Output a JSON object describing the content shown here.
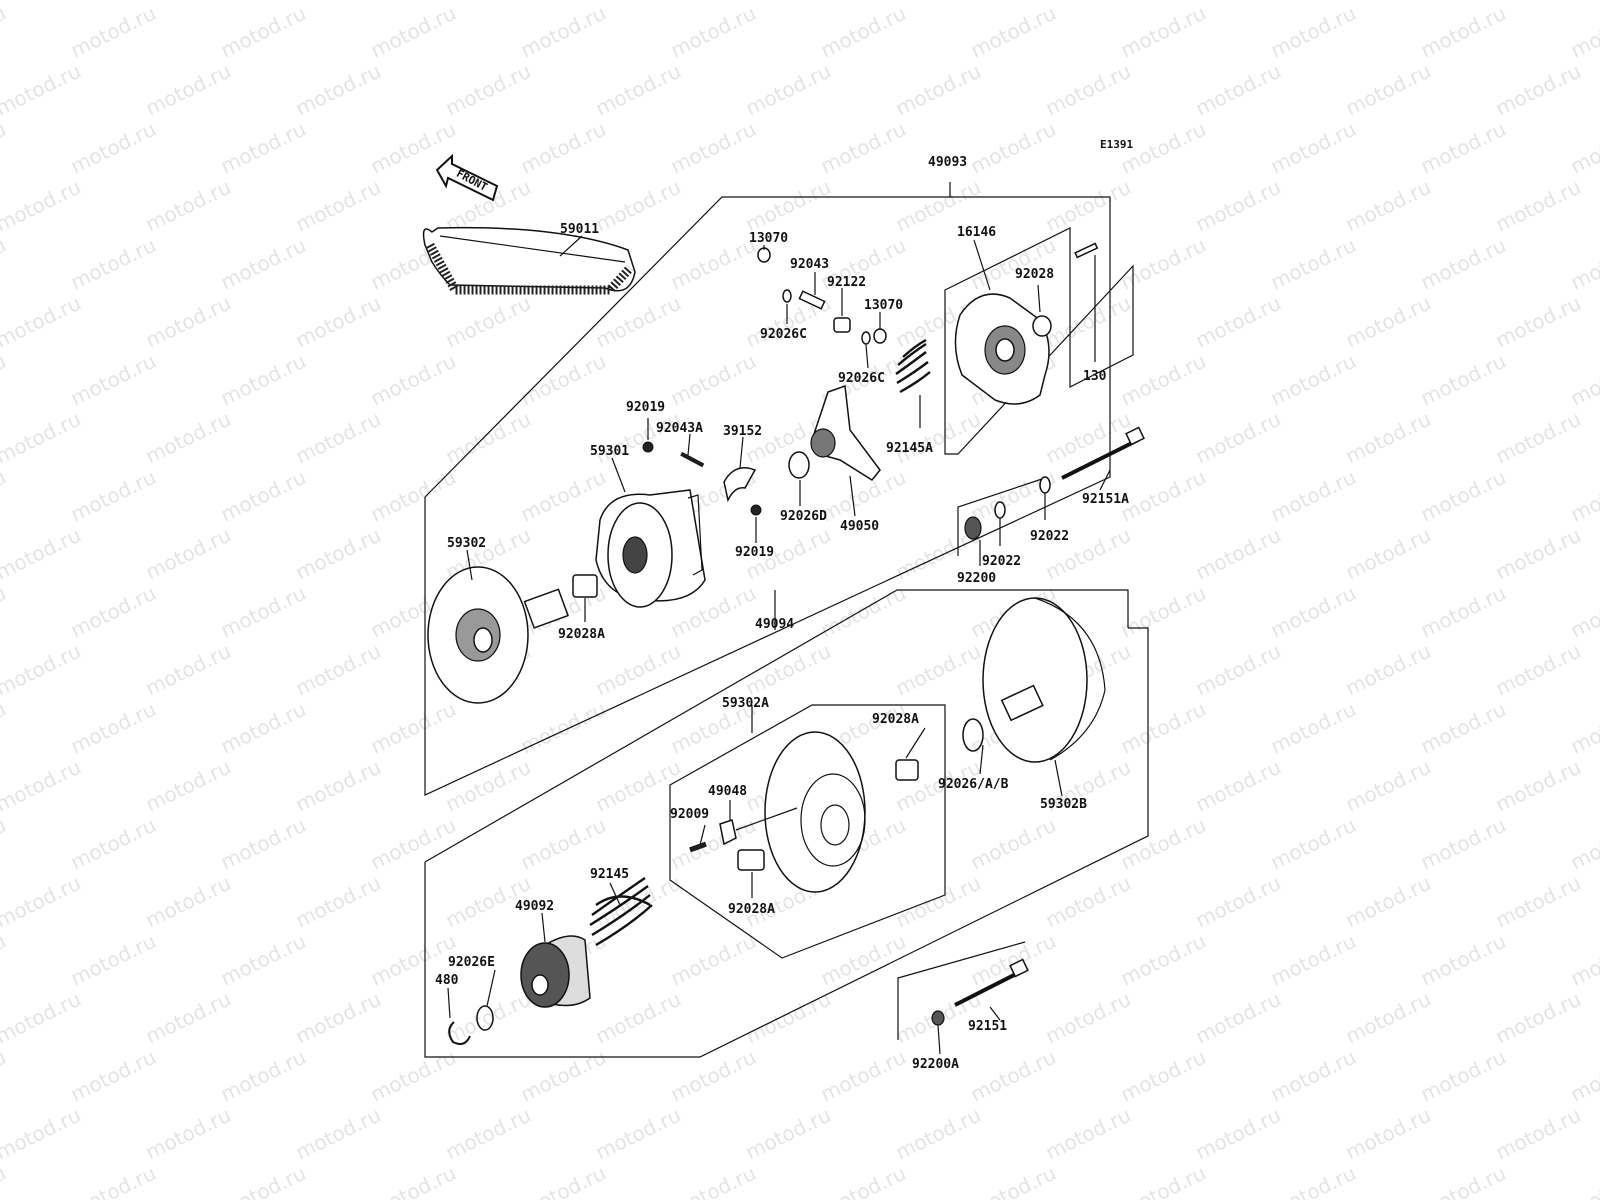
{
  "diagram_code": "E1391",
  "front_label": "FRONT",
  "watermark": "motod.ru",
  "labels": {
    "p59011": "59011",
    "p49093": "49093",
    "p13070a": "13070",
    "p92043": "92043",
    "p92122": "92122",
    "p13070b": "13070",
    "p92026c_a": "92026C",
    "p92026c_b": "92026C",
    "p16146": "16146",
    "p92028": "92028",
    "p130": "130",
    "p92145a": "92145A",
    "p92019_a": "92019",
    "p92043a": "92043A",
    "p39152": "39152",
    "p59301": "59301",
    "p92026d": "92026D",
    "p49050": "49050",
    "p92019_b": "92019",
    "p92151a": "92151A",
    "p92022_a": "92022",
    "p92022_b": "92022",
    "p59302": "59302",
    "p92200": "92200",
    "p92028a_a": "92028A",
    "p49094": "49094",
    "p59302a": "59302A",
    "p92028a_b": "92028A",
    "p92026ab": "92026/A/B",
    "p59302b": "59302B",
    "p49048": "49048",
    "p92009": "92009",
    "p92145": "92145",
    "p49092": "49092",
    "p92028a_c": "92028A",
    "p92026e": "92026E",
    "p480": "480",
    "p92151": "92151",
    "p92200a": "92200A"
  }
}
